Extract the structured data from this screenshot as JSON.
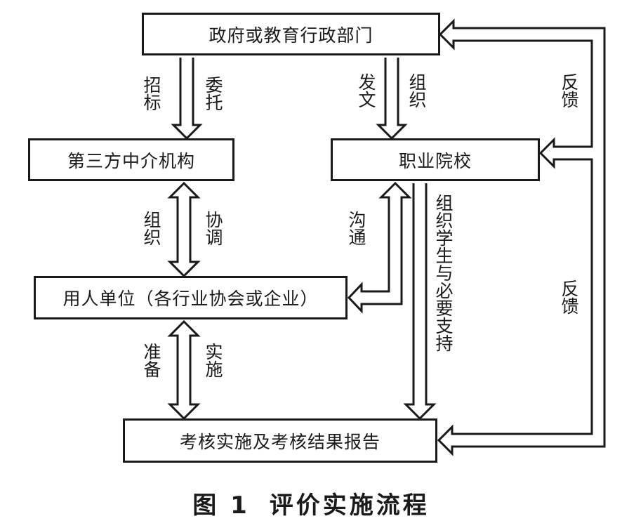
{
  "boxes": {
    "government": "政府或教育行政部门",
    "third_party": "第三方中介机构",
    "vocational_college": "职业院校",
    "employer": "用人单位（各行业协会或企业）",
    "assessment": "考核实施及考核结果报告"
  },
  "labels": {
    "bidding": "招标",
    "entrust": "委托",
    "issue_document": "发文",
    "organize_top": "组织",
    "feedback_upper": "反馈",
    "organize_left": "组织",
    "coordinate": "协调",
    "communicate": "沟通",
    "organize_support": "组织学生与必要支持",
    "feedback_lower": "反馈",
    "prepare": "准备",
    "implement": "实施"
  },
  "caption": {
    "figure": "图 1",
    "title": "评价实施流程"
  }
}
